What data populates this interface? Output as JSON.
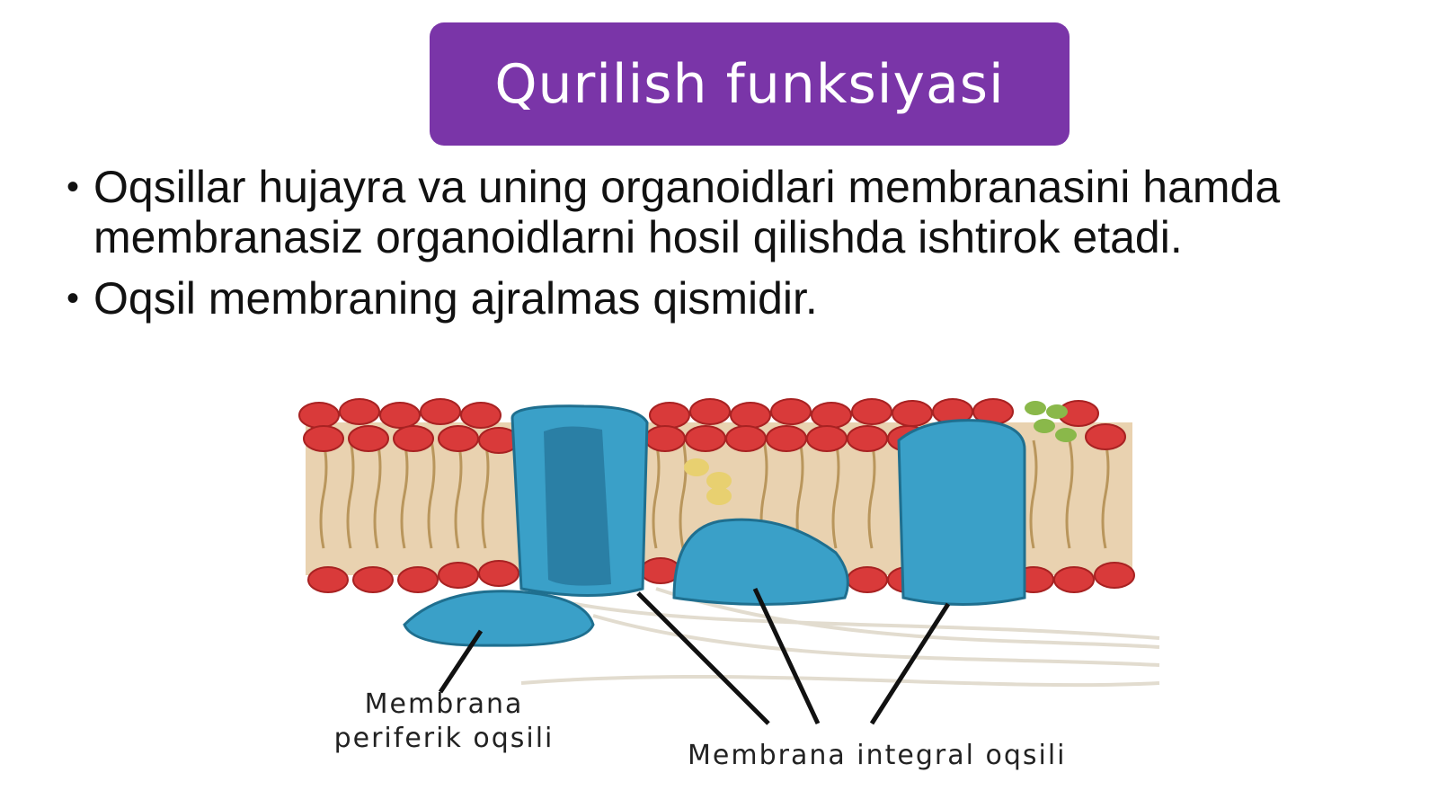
{
  "slide": {
    "title": "Qurilish funksiyasi",
    "bullets": [
      "Oqsillar hujayra va uning organoidlari membranasini hamda membranasiz organoidlarni hosil qilishda ishtirok etadi.",
      "Oqsil membraning ajralmas qismidir."
    ]
  },
  "figure": {
    "label_peripheral_line1": "Membrana",
    "label_peripheral_line2": "periferik oqsili",
    "label_integral": "Membrana integral oqsili"
  },
  "colors": {
    "title_bg": "#7a35a8",
    "head": "#d93a3a",
    "protein": "#3aa0c8",
    "tail": "#d9c39a"
  }
}
